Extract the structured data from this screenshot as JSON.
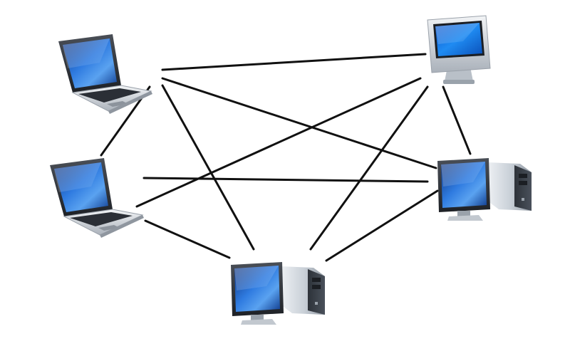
{
  "diagram": {
    "type": "full-mesh-network",
    "colors": {
      "link": "#111111",
      "screen": "#1d5fc4",
      "case_dark": "#3a3f48",
      "case_light": "#d8dde3",
      "silver": "#cfd4da",
      "keyboard": "#2b2f36"
    },
    "nodes": [
      {
        "id": "laptop-top-left",
        "device": "laptop",
        "icon": "laptop-icon"
      },
      {
        "id": "laptop-mid-left",
        "device": "laptop",
        "icon": "laptop-icon"
      },
      {
        "id": "imac-top-right",
        "device": "all-in-one",
        "icon": "all-in-one-computer-icon"
      },
      {
        "id": "desktop-mid-right",
        "device": "desktop",
        "icon": "desktop-computer-icon"
      },
      {
        "id": "desktop-bottom",
        "device": "desktop",
        "icon": "desktop-computer-icon"
      }
    ],
    "links": [
      [
        "laptop-top-left",
        "imac-top-right"
      ],
      [
        "laptop-top-left",
        "desktop-mid-right"
      ],
      [
        "laptop-top-left",
        "desktop-bottom"
      ],
      [
        "laptop-top-left",
        "laptop-mid-left"
      ],
      [
        "laptop-mid-left",
        "imac-top-right"
      ],
      [
        "laptop-mid-left",
        "desktop-mid-right"
      ],
      [
        "laptop-mid-left",
        "desktop-bottom"
      ],
      [
        "imac-top-right",
        "desktop-mid-right"
      ],
      [
        "imac-top-right",
        "desktop-bottom"
      ],
      [
        "desktop-mid-right",
        "desktop-bottom"
      ]
    ]
  }
}
